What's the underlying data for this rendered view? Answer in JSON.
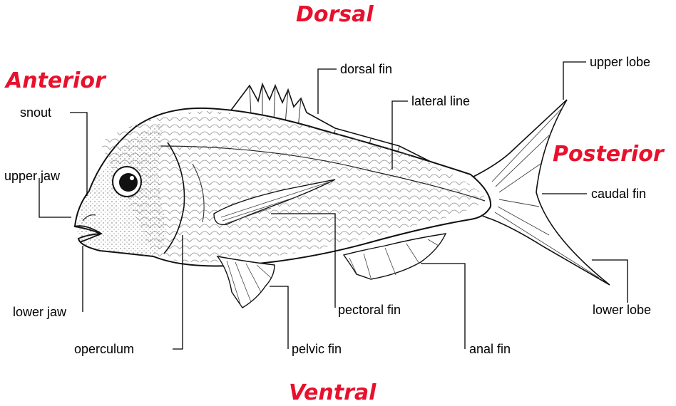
{
  "colors": {
    "direction_label": "#e8112d",
    "line": "#000000",
    "fish_outline": "#111111"
  },
  "directions": {
    "dorsal": "Dorsal",
    "anterior": "Anterior",
    "posterior": "Posterior",
    "ventral": "Ventral"
  },
  "parts": {
    "dorsal_fin": "dorsal fin",
    "upper_lobe": "upper lobe",
    "lateral_line": "lateral line",
    "snout": "snout",
    "upper_jaw": "upper jaw",
    "caudal_fin": "caudal fin",
    "lower_jaw": "lower jaw",
    "pectoral_fin": "pectoral fin",
    "lower_lobe": "lower lobe",
    "operculum": "operculum",
    "pelvic_fin": "pelvic fin",
    "anal_fin": "anal fin"
  }
}
